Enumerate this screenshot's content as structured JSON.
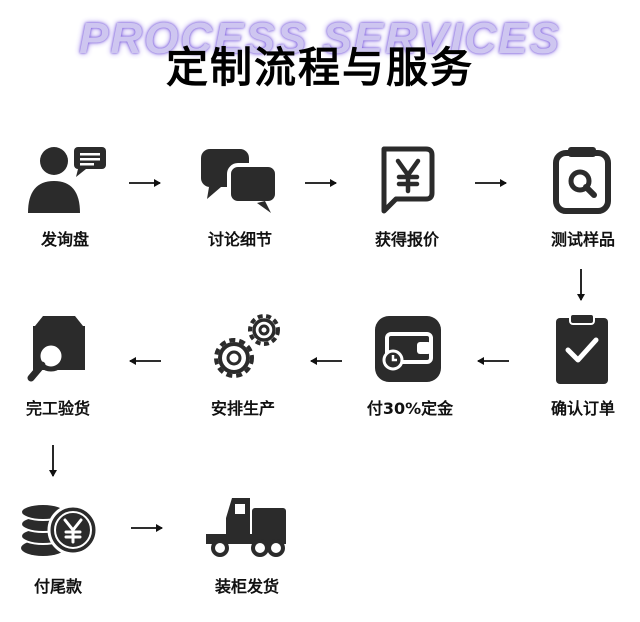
{
  "header": {
    "bg_text": "PROCESS SERVICES",
    "title": "定制流程与服务"
  },
  "steps": [
    {
      "label": "发询盘",
      "icon": "inquiry-user-icon"
    },
    {
      "label": "讨论细节",
      "icon": "discussion-bubbles-icon"
    },
    {
      "label": "获得报价",
      "icon": "quote-yen-icon"
    },
    {
      "label": "测试样品",
      "icon": "sample-test-icon"
    },
    {
      "label": "确认订单",
      "icon": "clipboard-check-icon"
    },
    {
      "label": "付30%定金",
      "icon": "wallet-clock-icon"
    },
    {
      "label": "安排生产",
      "icon": "gears-icon"
    },
    {
      "label": "完工验货",
      "icon": "box-inspect-icon"
    },
    {
      "label": "付尾款",
      "icon": "coins-yen-icon"
    },
    {
      "label": "装柜发货",
      "icon": "truck-icon"
    }
  ],
  "colors": {
    "icon": "#2b2b2b",
    "text": "#111111",
    "bg_text_glow": "#7d5be0"
  }
}
